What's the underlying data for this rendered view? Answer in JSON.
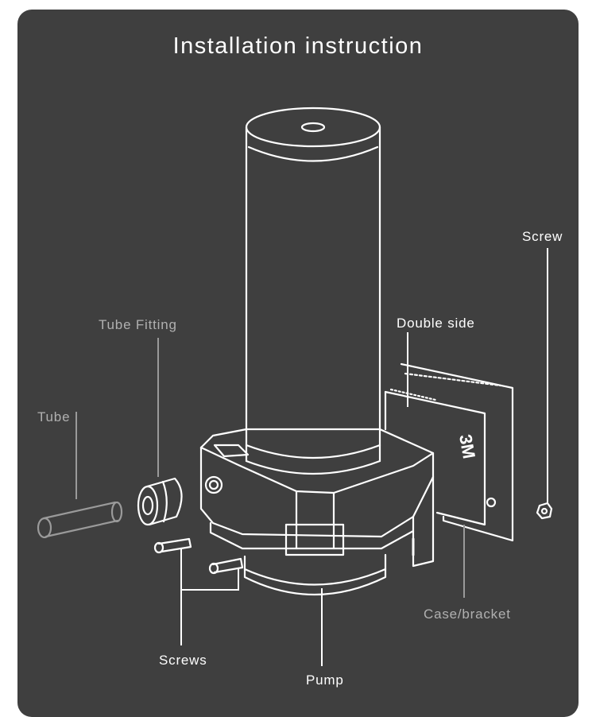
{
  "title": "Installation instruction",
  "labels": {
    "screw": "Screw",
    "tube_fitting": "Tube Fitting",
    "double_side": "Double side",
    "tube": "Tube",
    "case_bracket": "Case/bracket",
    "screws": "Screws",
    "pump": "Pump"
  },
  "tape_logo": "3M",
  "colors": {
    "panel": "#3f3f3f",
    "outline_light": "#ffffff",
    "outline_dim": "#9a9a9a",
    "text_light": "#ffffff",
    "text_dim": "#b0b0b0"
  }
}
